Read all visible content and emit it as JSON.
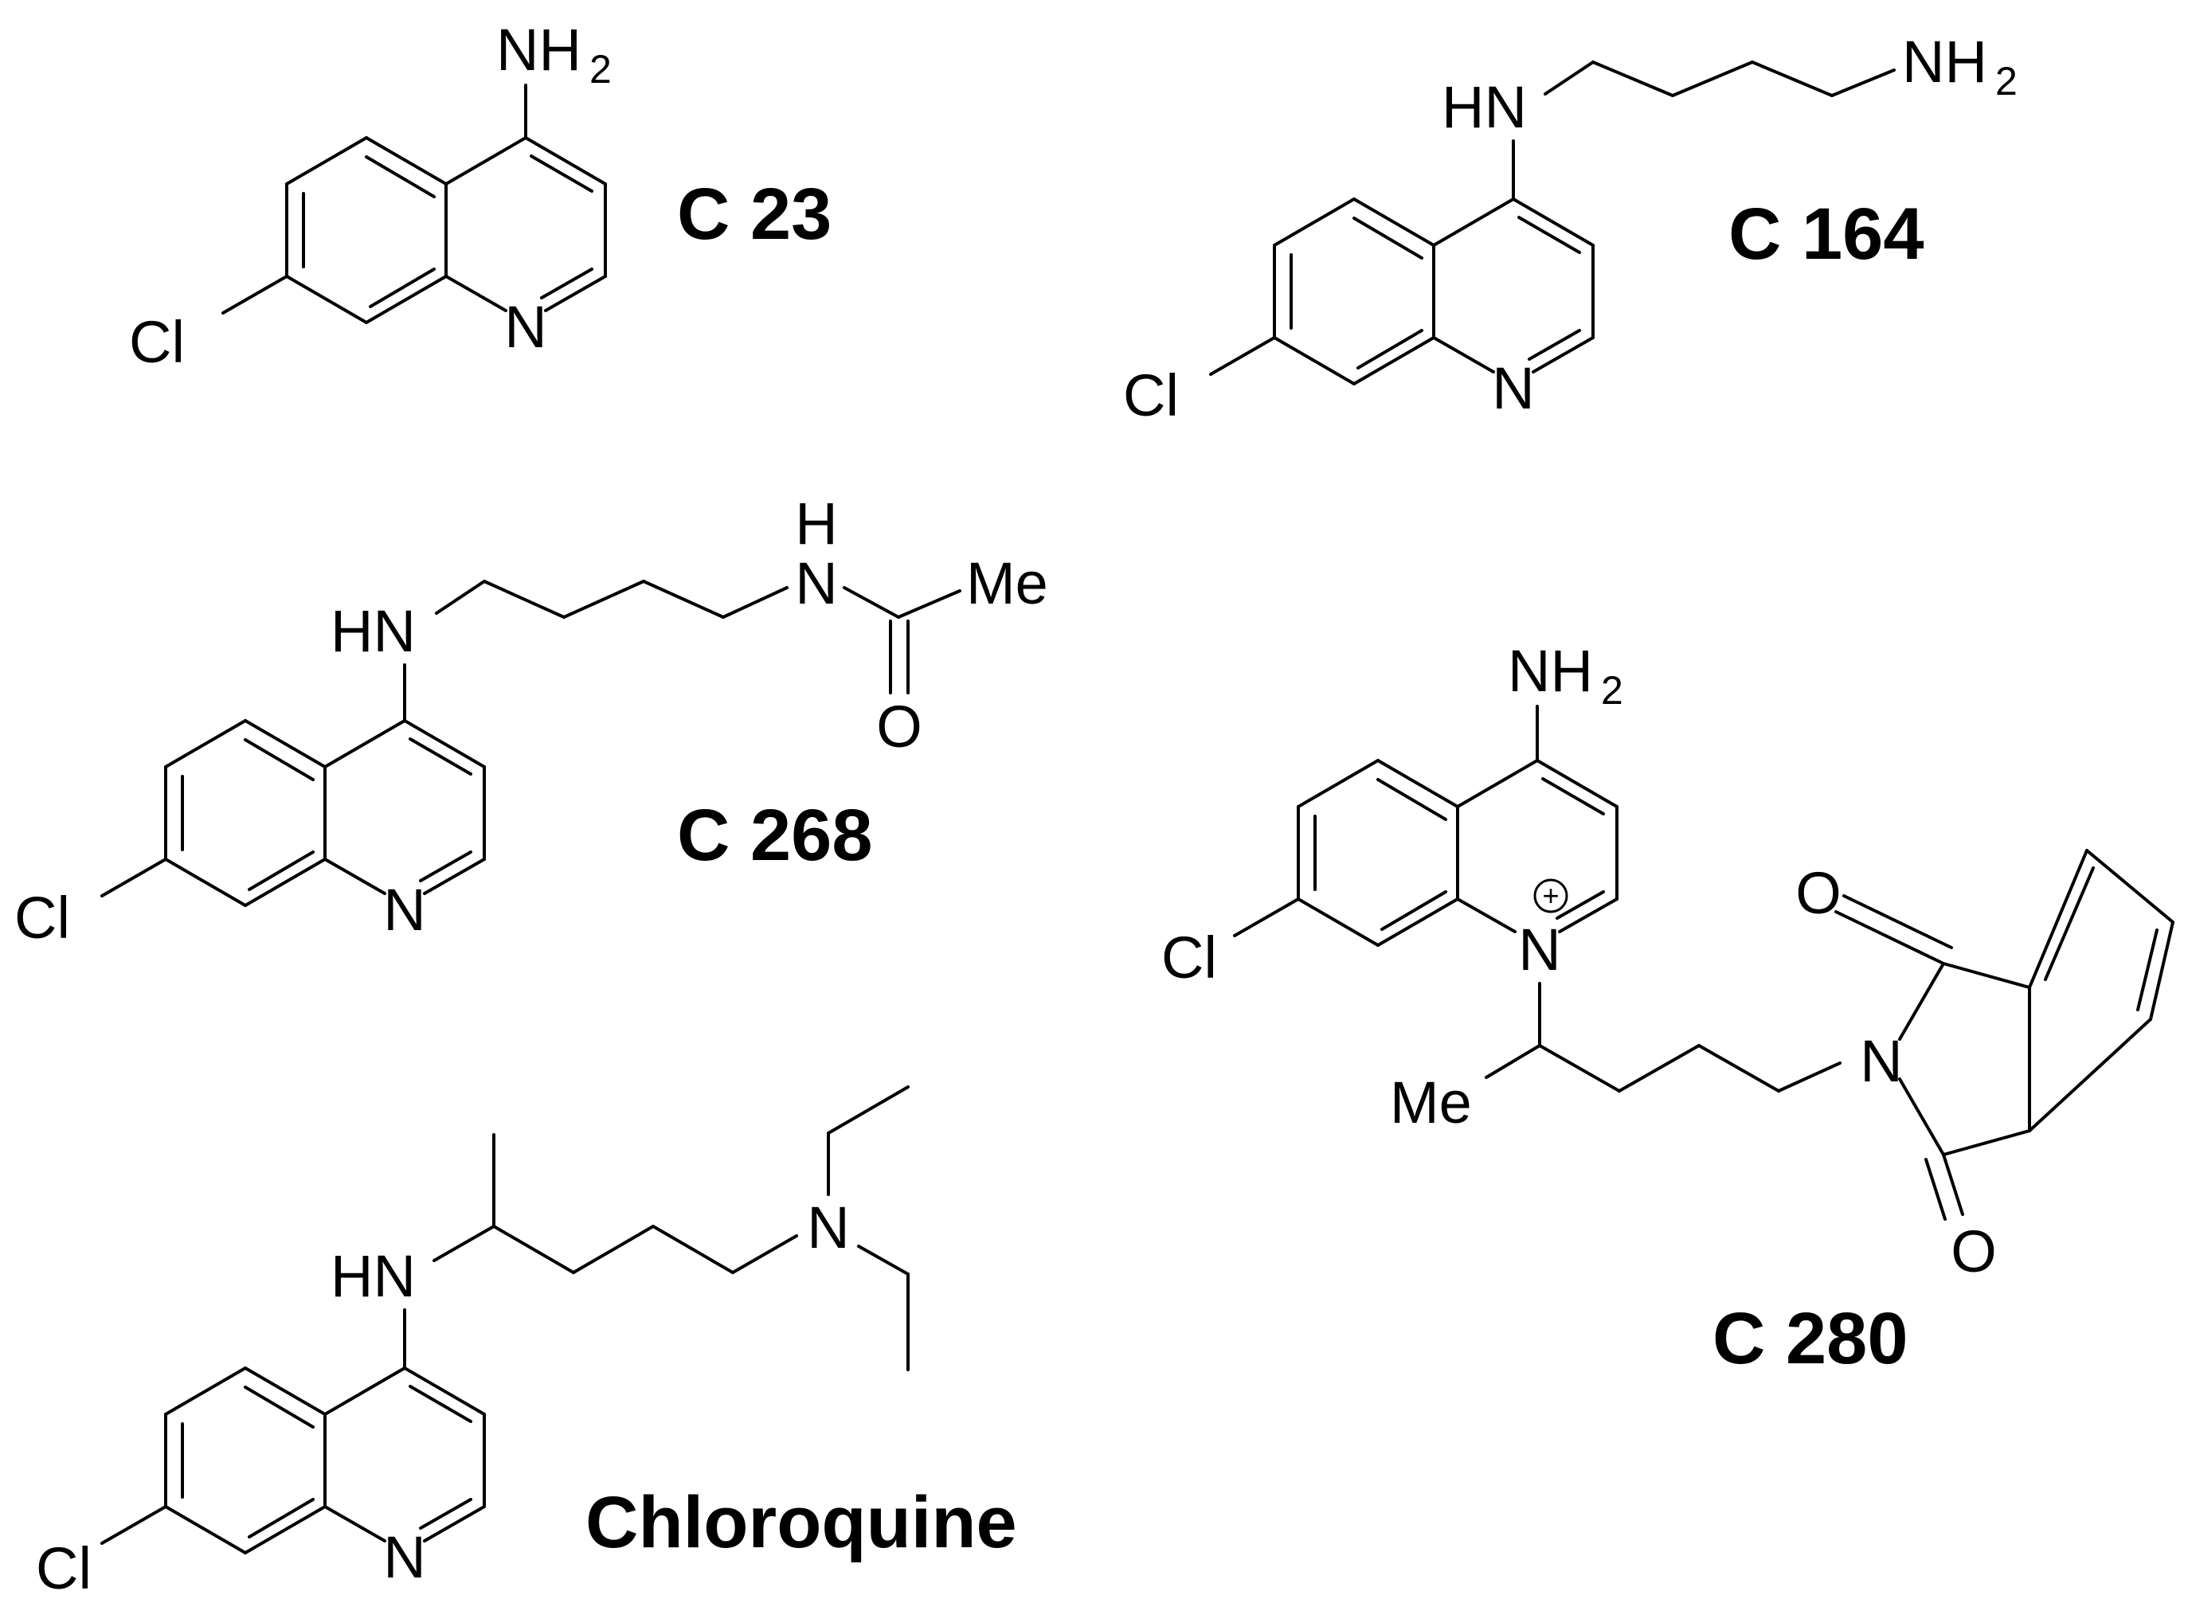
{
  "compounds": [
    {
      "id": "c23",
      "label": "C 23"
    },
    {
      "id": "c164",
      "label": "C 164"
    },
    {
      "id": "c268",
      "label": "C 268"
    },
    {
      "id": "c280",
      "label": "C 280"
    },
    {
      "id": "chloroquine",
      "label": "Chloroquine"
    }
  ],
  "atoms": {
    "nh2": "NH",
    "two": "2",
    "hn": "HN",
    "n": "N",
    "h": "H",
    "cl": "Cl",
    "me": "Me",
    "o": "O",
    "plus": "+"
  },
  "colors": {
    "ink": "#000000",
    "background": "#ffffff"
  }
}
